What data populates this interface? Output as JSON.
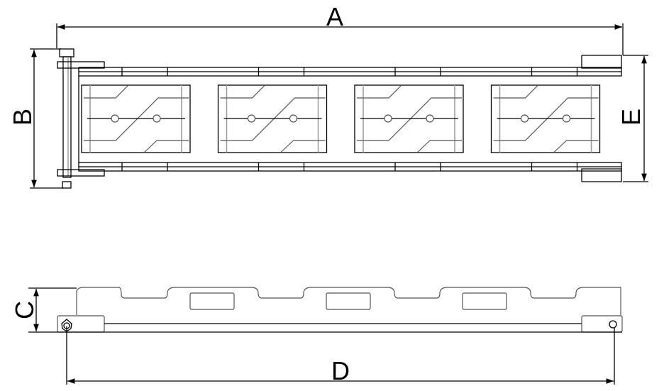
{
  "dimensions": {
    "a": "A",
    "b": "B",
    "c": "C",
    "d": "D",
    "e": "E"
  },
  "modules_count": 4,
  "side_slots_count": 3
}
